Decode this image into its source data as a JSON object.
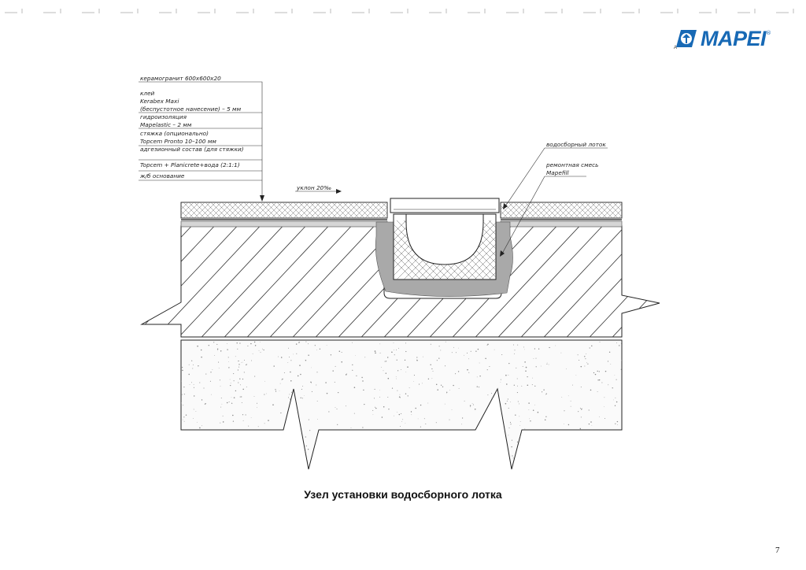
{
  "brand": {
    "name": "MAPEI",
    "registered": "®",
    "prefix_mark": "A"
  },
  "layer_labels": [
    "керамогранит 600х600х20",
    "клей",
    "Kerabex Maxi",
    "(беспустотное нанесение) – 5 мм",
    "гидроизоляция",
    "Mapelastic – 2 мм",
    "стяжка (опционально)",
    "Topcem Pronto 10–100 мм",
    "адгезионный состав (для стяжки)",
    "Topcem + Planicrete+вода (2:1:1)",
    "ж/б основание"
  ],
  "right_labels": {
    "channel": "водосборный лоток",
    "repair_line1": "ремонтная смесь",
    "repair_line2": "Mapefill"
  },
  "slope_label": "уклон 20‰",
  "caption": "Узел установки водосборного лотка",
  "page_number": "7"
}
